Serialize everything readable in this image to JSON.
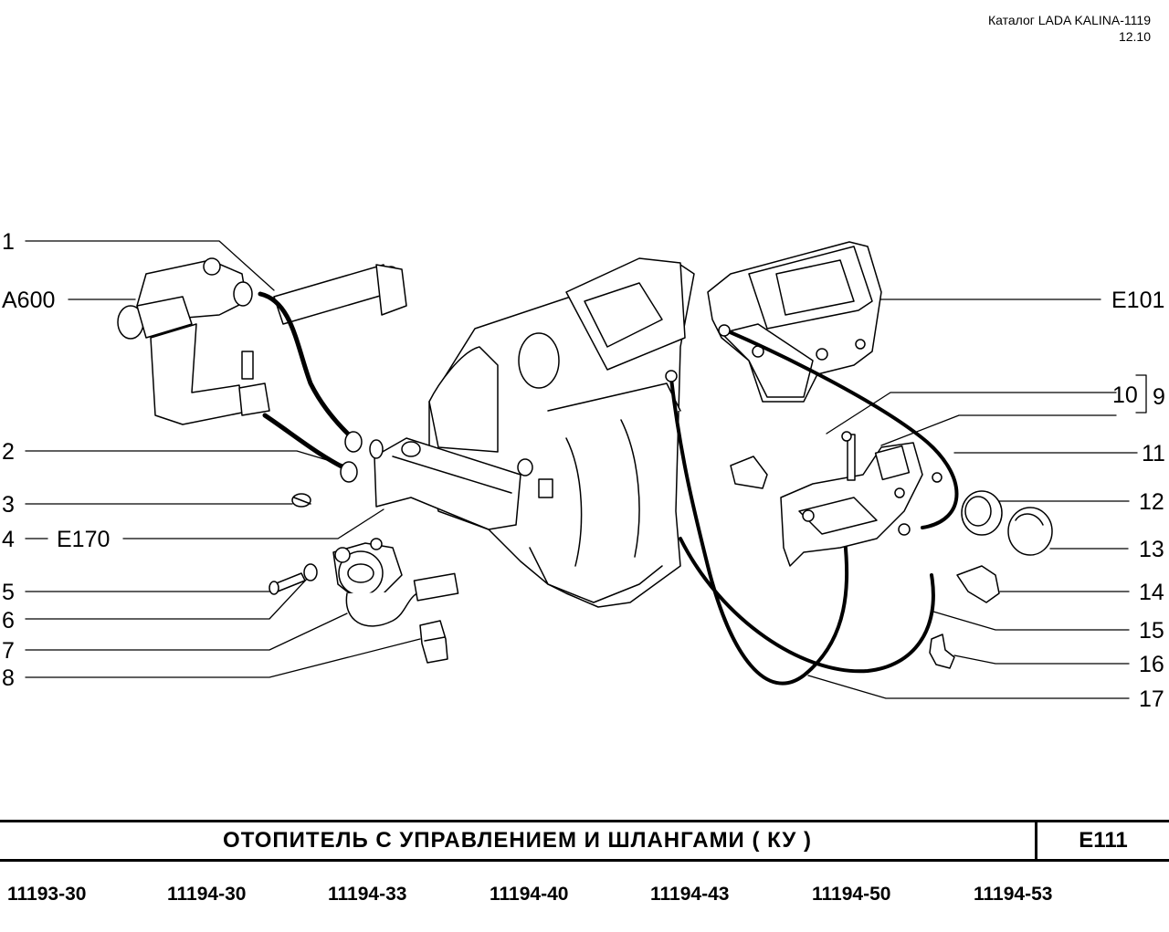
{
  "header": {
    "catalog": "Каталог LADA KALINA-1119",
    "date": "12.10"
  },
  "callouts": {
    "c1": "1",
    "a600": "A600",
    "c2": "2",
    "c3": "3",
    "c4": "4",
    "e170": "E170",
    "c5": "5",
    "c6": "6",
    "c7": "7",
    "c8": "8",
    "e101": "E101",
    "c10": "10",
    "c9": "9",
    "c11": "11",
    "c12": "12",
    "c13": "13",
    "c14": "14",
    "c15": "15",
    "c16": "16",
    "c17": "17"
  },
  "footer": {
    "title": "ОТОПИТЕЛЬ  С  УПРАВЛЕНИЕМ  И  ШЛАНГАМИ ( КУ )",
    "code": "E111",
    "models": [
      "11193-30",
      "11194-30",
      "11194-33",
      "11194-40",
      "11194-43",
      "11194-50",
      "11194-53"
    ]
  }
}
